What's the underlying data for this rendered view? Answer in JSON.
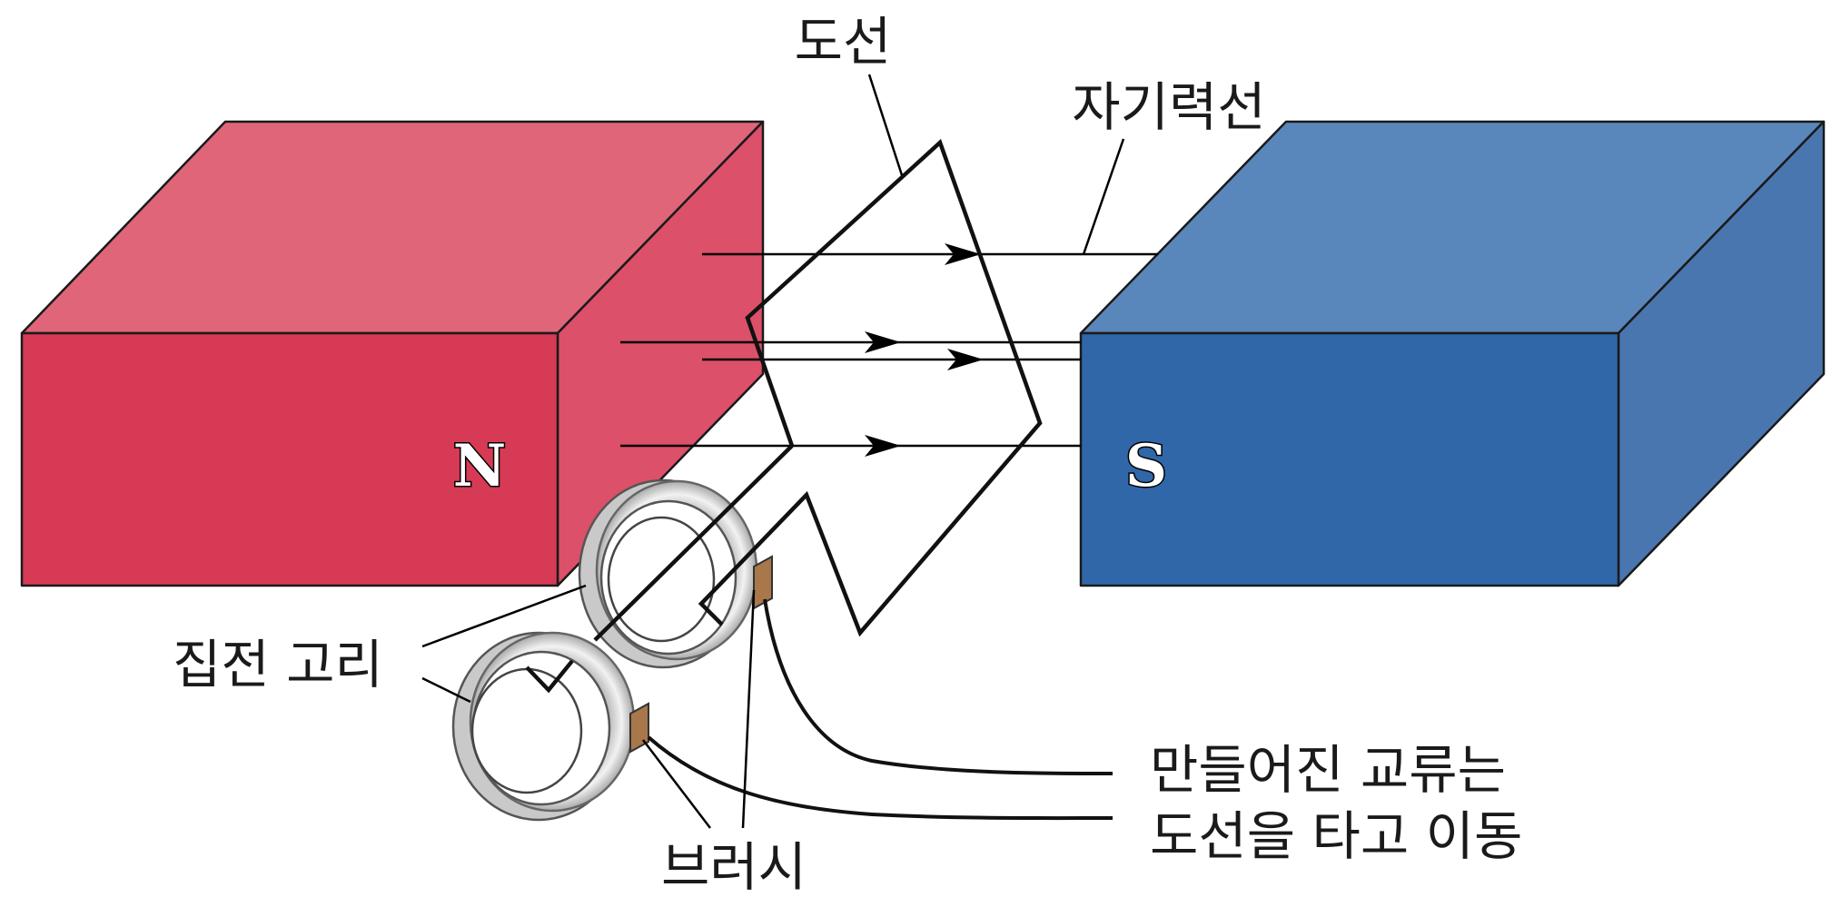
{
  "labels": {
    "wire": "도선",
    "field_lines": "자기력선",
    "slip_rings": "집전 고리",
    "brush": "브러시",
    "current_line1": "만들어진 교류는",
    "current_line2": "도선을 타고 이동"
  },
  "poles": {
    "north": "N",
    "south": "S"
  },
  "colors": {
    "north_front": "#d63a55",
    "north_top": "#e06579",
    "north_side": "#dc5069",
    "south_front": "#3067a8",
    "south_top": "#5a87bb",
    "south_side": "#4a76b0",
    "ring_fill": "#d4d4d4",
    "ring_highlight": "#f3f3f3",
    "brush_fill": "#a8774a",
    "line": "#000000"
  }
}
